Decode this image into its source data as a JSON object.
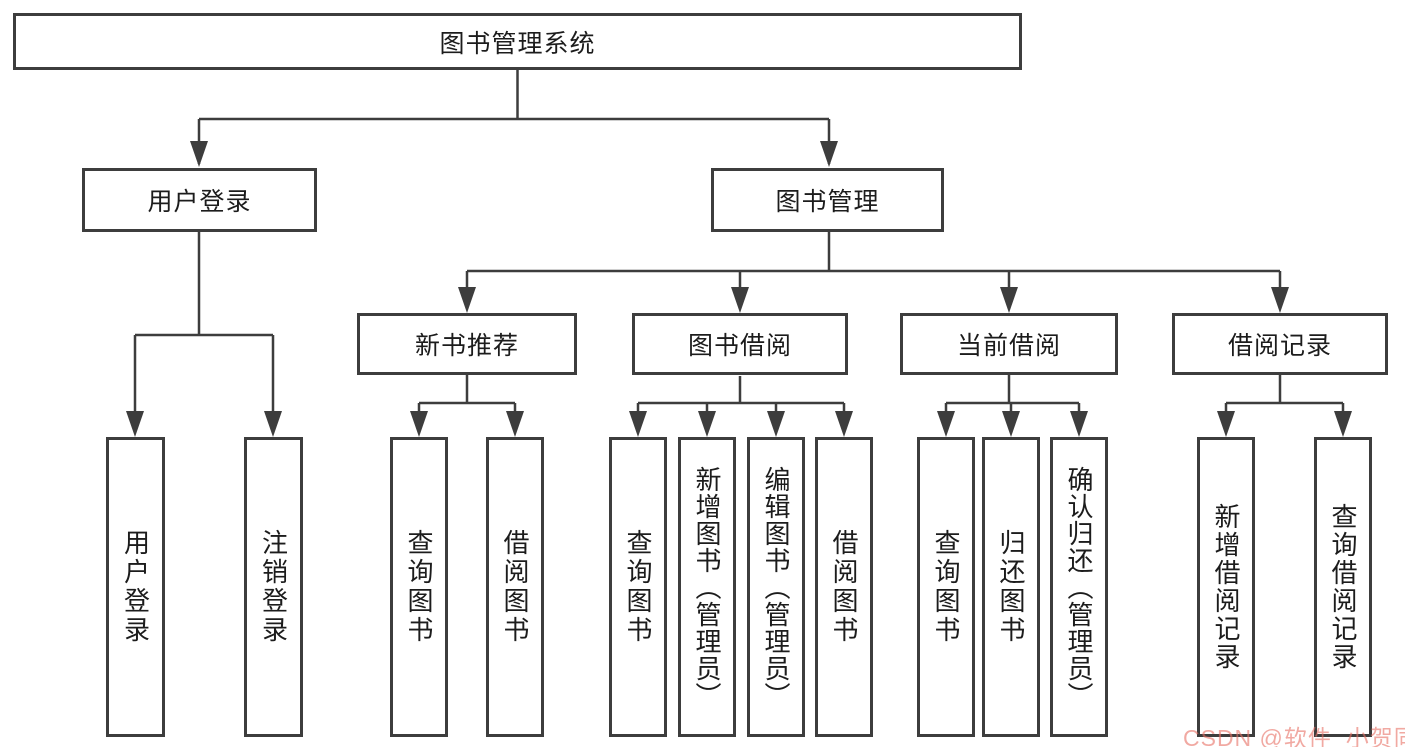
{
  "watermark": {
    "text": "CSDN @软件_小贺同学",
    "color": "#e87064"
  },
  "colors": {
    "line": "#3d3d3d",
    "box_border": "#3d3d3d",
    "background": "#ffffff",
    "text": "#1c1c1c"
  },
  "tree": {
    "label": "图书管理系统",
    "children": [
      {
        "label": "用户登录",
        "children": [
          {
            "label": "用户登录"
          },
          {
            "label": "注销登录"
          }
        ]
      },
      {
        "label": "图书管理",
        "children": [
          {
            "label": "新书推荐",
            "children": [
              {
                "label": "查询图书"
              },
              {
                "label": "借阅图书"
              }
            ]
          },
          {
            "label": "图书借阅",
            "children": [
              {
                "label": "查询图书"
              },
              {
                "label": "新增图书（管理员）"
              },
              {
                "label": "编辑图书（管理员）"
              },
              {
                "label": "借阅图书"
              }
            ]
          },
          {
            "label": "当前借阅",
            "children": [
              {
                "label": "查询图书"
              },
              {
                "label": "归还图书"
              },
              {
                "label": "确认归还（管理员）"
              }
            ]
          },
          {
            "label": "借阅记录",
            "children": [
              {
                "label": "新增借阅记录"
              },
              {
                "label": "查询借阅记录"
              }
            ]
          }
        ]
      }
    ]
  }
}
